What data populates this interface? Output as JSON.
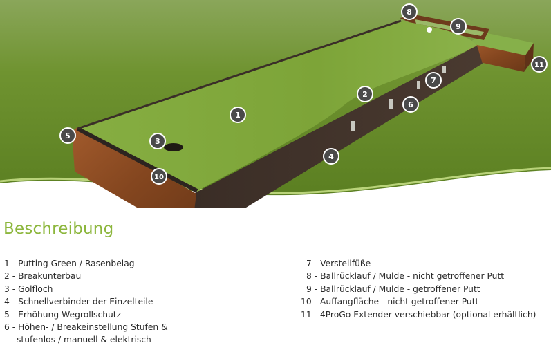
{
  "title": "Beschreibung",
  "callouts": [
    "1",
    "2",
    "3",
    "4",
    "5",
    "6",
    "7",
    "8",
    "9",
    "10",
    "11"
  ],
  "legend_left": [
    "1 - Putting Green / Rasenbelag",
    "2 - Breakunterbau",
    "3 - Golfloch",
    "4 - Schnellverbinder der Einzelteile",
    "5 - Erhöhung Wegrollschutz",
    "6 - Höhen- / Breakeinstellung Stufen &",
    "stufenlos / manuell & elektrisch"
  ],
  "legend_right": [
    "7 - Verstellfüße",
    "8 - Ballrücklauf / Mulde - nicht getroffener Putt",
    "9 - Ballrücklauf / Mulde - getroffener Putt",
    "10 - Auffangfläche - nicht getroffener Putt",
    "11 - 4ProGo Extender verschiebbar (optional erhältlich)"
  ],
  "colors": {
    "accent": "#8cb63c",
    "grass_bg": "#6f9430",
    "turf": "#7fa83a",
    "wood": "#8a4a24",
    "frame": "#3c2f28"
  }
}
